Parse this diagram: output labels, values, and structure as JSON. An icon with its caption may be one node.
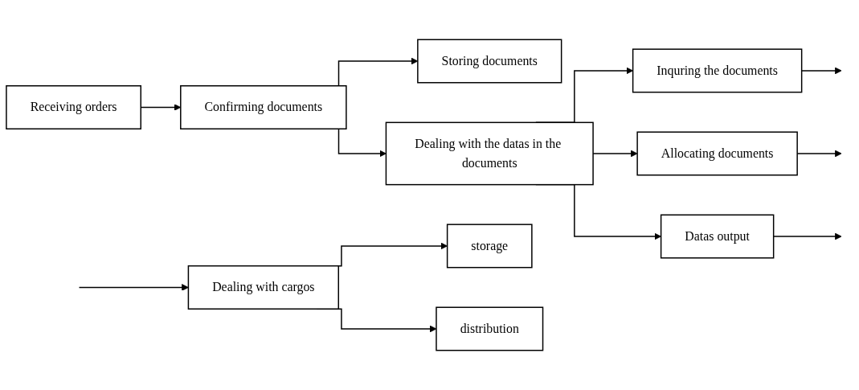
{
  "diagram": {
    "nodes": [
      {
        "text": [
          "Receiving orders"
        ]
      },
      {
        "text": [
          "Confirming documents"
        ]
      },
      {
        "text": [
          "Storing documents"
        ]
      },
      {
        "text": [
          "Dealing with the datas in the documents"
        ]
      },
      {
        "text": [
          "Inquring the documents"
        ]
      },
      {
        "text": [
          "Allocating documents"
        ]
      },
      {
        "text": [
          "Datas output"
        ]
      },
      {
        "text": [
          "Dealing with cargos"
        ]
      },
      {
        "text": [
          "storage"
        ]
      },
      {
        "text": [
          "distribution"
        ]
      }
    ],
    "edges": [
      {
        "from": 0,
        "to": 1,
        "arrow": "to"
      },
      {
        "from": 1,
        "to": 2,
        "arrow": "to"
      },
      {
        "from": 1,
        "to": 3,
        "arrow": "to"
      },
      {
        "from": 3,
        "to": 4,
        "arrow": "to"
      },
      {
        "from": 3,
        "to": 5,
        "arrow": "to"
      },
      {
        "from": 3,
        "to": 6,
        "arrow": "to"
      },
      {
        "from": 4,
        "to": null,
        "arrow": "to"
      },
      {
        "from": 5,
        "to": null,
        "arrow": "to"
      },
      {
        "from": 6,
        "to": null,
        "arrow": "to"
      },
      {
        "from": null,
        "to": 7,
        "arrow": "to"
      },
      {
        "from": 7,
        "to": 8,
        "arrow": "to"
      },
      {
        "from": 7,
        "to": 9,
        "arrow": "to"
      }
    ]
  }
}
